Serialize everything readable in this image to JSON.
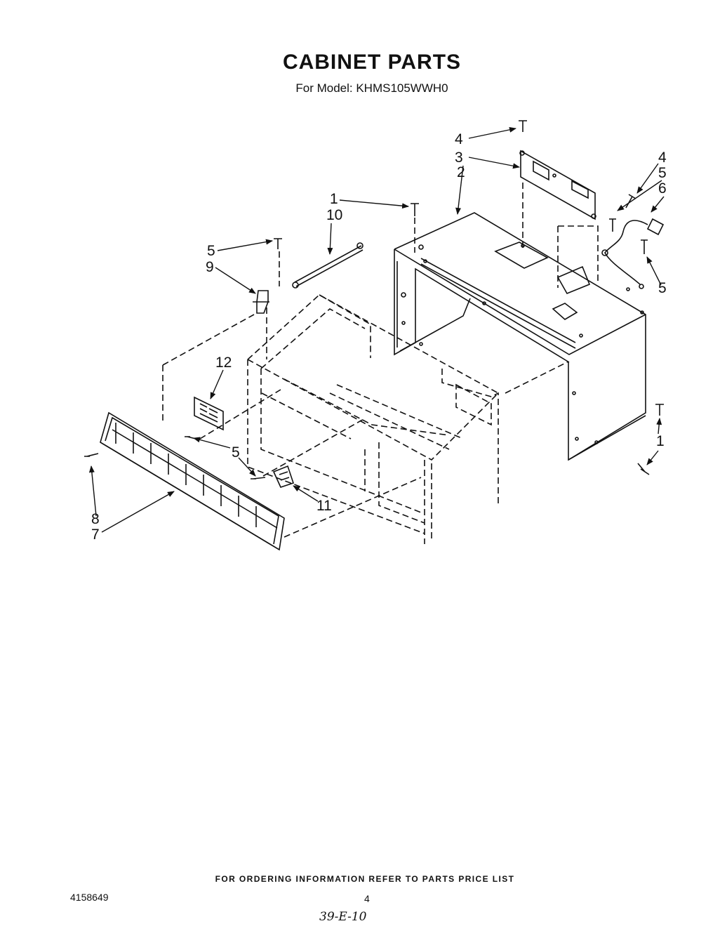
{
  "header": {
    "title": "CABINET PARTS",
    "subtitle": "For Model: KHMS105WWH0"
  },
  "callouts": [
    {
      "id": "c4a",
      "label": "4"
    },
    {
      "id": "c3",
      "label": "3"
    },
    {
      "id": "c2",
      "label": "2"
    },
    {
      "id": "c4b",
      "label": "4"
    },
    {
      "id": "c5a",
      "label": "5"
    },
    {
      "id": "c6",
      "label": "6"
    },
    {
      "id": "c1a",
      "label": "1"
    },
    {
      "id": "c10",
      "label": "10"
    },
    {
      "id": "c5b",
      "label": "5"
    },
    {
      "id": "c9",
      "label": "9"
    },
    {
      "id": "c5c",
      "label": "5"
    },
    {
      "id": "c12",
      "label": "12"
    },
    {
      "id": "c1b",
      "label": "1"
    },
    {
      "id": "c5d",
      "label": "5"
    },
    {
      "id": "c11",
      "label": "11"
    },
    {
      "id": "c8",
      "label": "8"
    },
    {
      "id": "c7",
      "label": "7"
    }
  ],
  "footer": {
    "ordering_note": "FOR ORDERING INFORMATION REFER TO PARTS PRICE LIST",
    "doc_number": "4158649",
    "page_number": "4",
    "handwritten_note": "39-E-10"
  }
}
